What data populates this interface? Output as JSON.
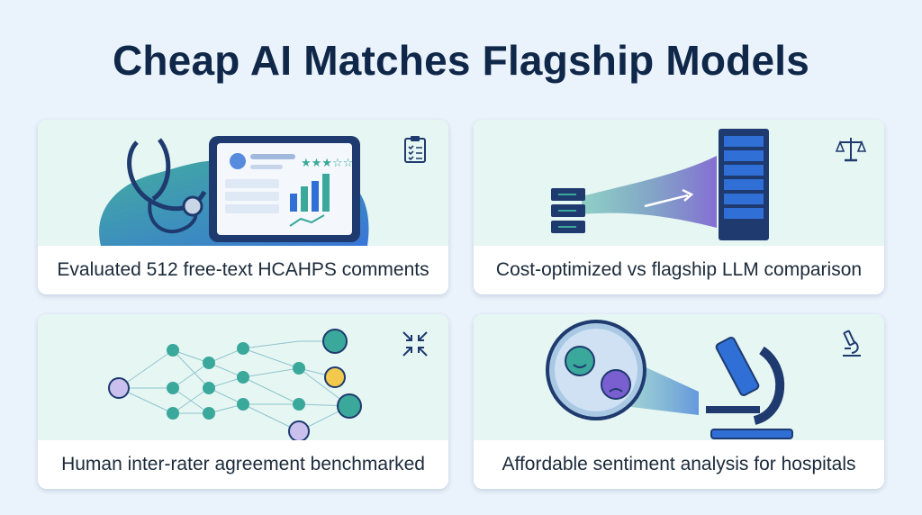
{
  "title": "Cheap AI Matches Flagship Models",
  "cards": [
    {
      "caption": "Evaluated 512 free-text HCAHPS comments",
      "icon": "clipboard-checklist-icon"
    },
    {
      "caption": "Cost-optimized vs flagship LLM comparison",
      "icon": "balance-scale-icon"
    },
    {
      "caption": "Human inter-rater agreement benchmarked",
      "icon": "arrows-converge-icon"
    },
    {
      "caption": "Affordable sentiment analysis for hospitals",
      "icon": "microscope-icon"
    }
  ],
  "colors": {
    "background": "#eaf2fb",
    "title": "#0f2748",
    "navy": "#1e3a6e",
    "teal": "#3aa89a",
    "blue": "#2f6fd6",
    "purple": "#7a5fd0"
  }
}
